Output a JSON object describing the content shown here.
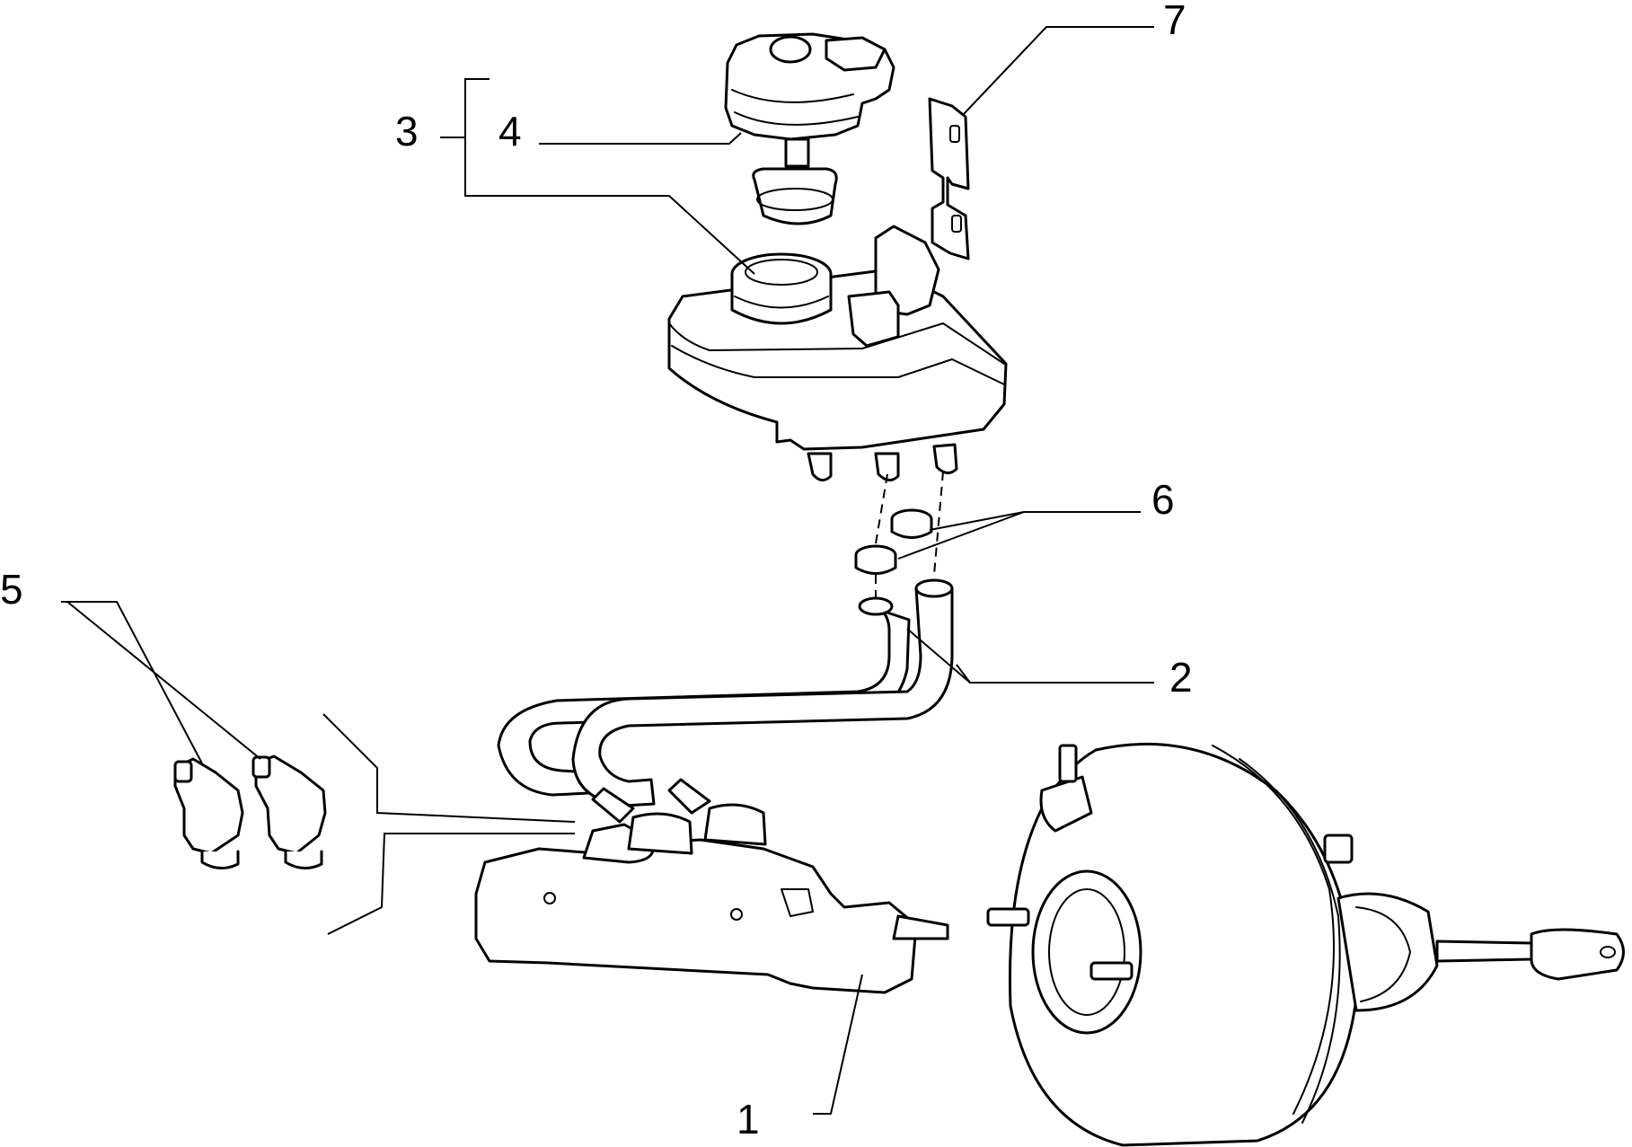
{
  "diagram": {
    "callouts": [
      {
        "id": "1",
        "text": "1"
      },
      {
        "id": "2",
        "text": "2"
      },
      {
        "id": "3",
        "text": "3"
      },
      {
        "id": "4",
        "text": "4"
      },
      {
        "id": "5",
        "text": "5"
      },
      {
        "id": "6",
        "text": "6"
      },
      {
        "id": "7",
        "text": "7"
      }
    ],
    "colors": {
      "line": "#000000",
      "background": "#ffffff"
    }
  }
}
